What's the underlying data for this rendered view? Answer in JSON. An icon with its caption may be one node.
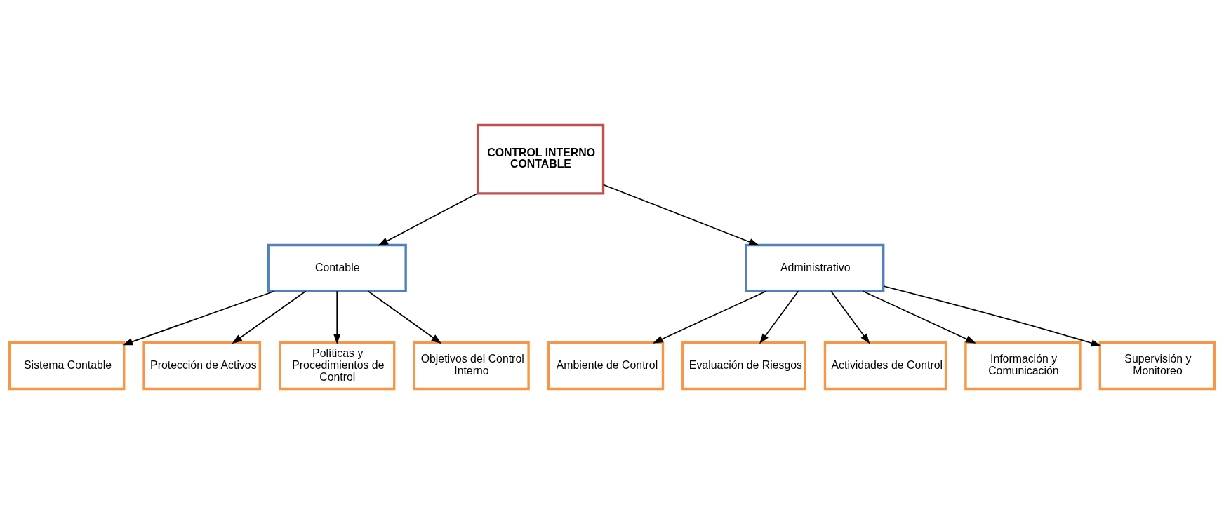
{
  "diagram": {
    "nodes": [
      {
        "text": [
          "CONTROL INTERNO CONTABLE"
        ]
      },
      {
        "text": [
          "Contable"
        ]
      },
      {
        "text": [
          "Administrativo"
        ]
      },
      {
        "text": [
          "Sistema Contable"
        ]
      },
      {
        "text": [
          "Protección de Activos"
        ]
      },
      {
        "text": [
          "Políticas y Procedimientos de Control"
        ]
      },
      {
        "text": [
          "Objetivos del Control Interno"
        ]
      },
      {
        "text": [
          "Ambiente de Control"
        ]
      },
      {
        "text": [
          "Evaluación de Riesgos"
        ]
      },
      {
        "text": [
          "Actividades de Control"
        ]
      },
      {
        "text": [
          "Información y Comunicación"
        ]
      },
      {
        "text": [
          "Supervisión y Monitoreo"
        ]
      }
    ],
    "edges": [
      {
        "from": 0,
        "to": 1,
        "arrow": "to"
      },
      {
        "from": 0,
        "to": 2,
        "arrow": "to"
      },
      {
        "from": 1,
        "to": 3,
        "arrow": "to"
      },
      {
        "from": 1,
        "to": 4,
        "arrow": "to"
      },
      {
        "from": 1,
        "to": 5,
        "arrow": "to"
      },
      {
        "from": 1,
        "to": 6,
        "arrow": "to"
      },
      {
        "from": 2,
        "to": 7,
        "arrow": "to"
      },
      {
        "from": 2,
        "to": 8,
        "arrow": "to"
      },
      {
        "from": 2,
        "to": 9,
        "arrow": "to"
      },
      {
        "from": 2,
        "to": 10,
        "arrow": "to"
      },
      {
        "from": 2,
        "to": 11,
        "arrow": "to"
      }
    ]
  }
}
